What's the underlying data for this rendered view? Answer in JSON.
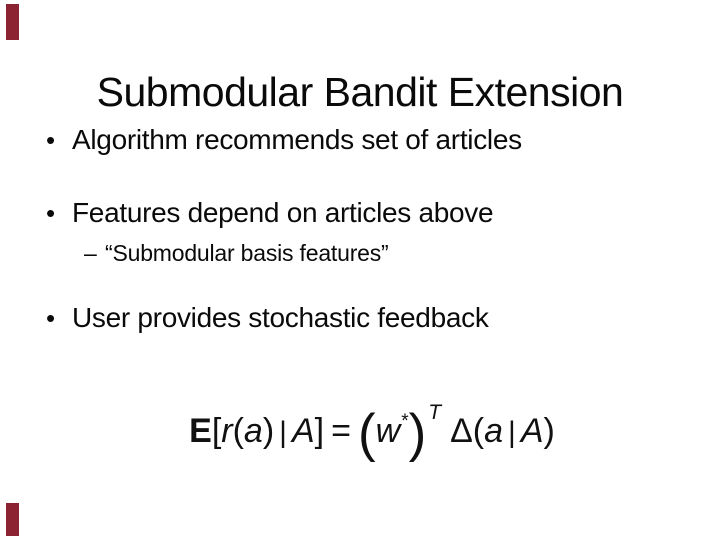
{
  "slide": {
    "background_color": "#ffffff",
    "text_color": "#0a0a0a",
    "accent_color": "#8B2332",
    "title": "Submodular Bandit Extension",
    "bullets": [
      {
        "marker": "•",
        "level": 1,
        "text": "Algorithm recommends set of articles"
      },
      {
        "marker": "•",
        "level": 1,
        "text": "Features depend on articles above"
      },
      {
        "marker": "–",
        "level": 2,
        "text": "“Submodular basis features”"
      },
      {
        "marker": "•",
        "level": 1,
        "text": "User provides stochastic feedback"
      }
    ],
    "formula": {
      "expectation": "E",
      "open_bracket": "[",
      "r": "r",
      "open_paren_a": "(",
      "a_first": "a",
      "close_paren_a": ")",
      "given_bar_left": "|",
      "A_left": "A",
      "close_bracket": "]",
      "equals": "=",
      "open_big_paren": "(",
      "w": "w",
      "star": "*",
      "close_big_paren": ")",
      "transpose": "T",
      "delta": "Δ",
      "open_paren_d": "(",
      "a_second": "a",
      "given_bar_right": "|",
      "A_right": "A",
      "close_paren_d": ")"
    }
  }
}
